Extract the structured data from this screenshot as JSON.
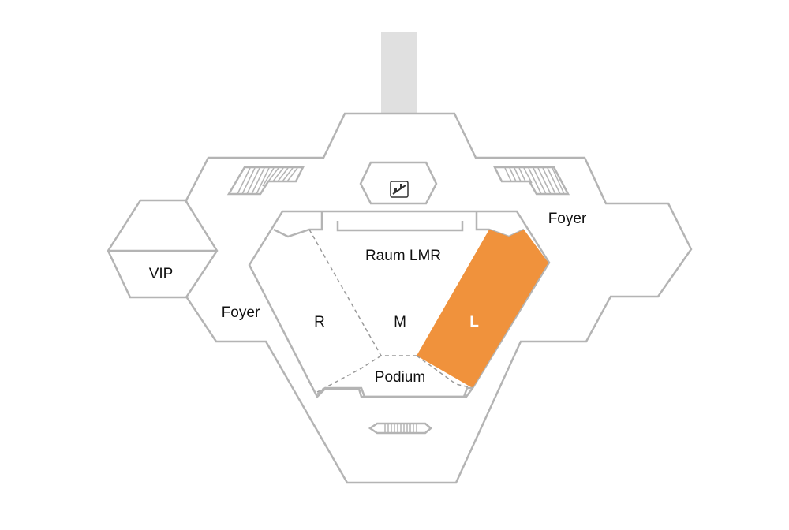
{
  "map": {
    "rooms": {
      "raum_lmr": "Raum LMR",
      "section_r": "R",
      "section_m": "M",
      "section_l": "L",
      "podium": "Podium",
      "vip": "VIP",
      "foyer_left": "Foyer",
      "foyer_right": "Foyer"
    },
    "highlighted_section": "L",
    "colors": {
      "highlight": "#f0923c",
      "highlight_label": "#ffffff",
      "walls": "#b4b4b4",
      "corridor": "#e0e0e0",
      "dividers": "#9a9a9a"
    },
    "icons": [
      "escalator-icon",
      "stairs-icon",
      "ramp-icon"
    ]
  }
}
